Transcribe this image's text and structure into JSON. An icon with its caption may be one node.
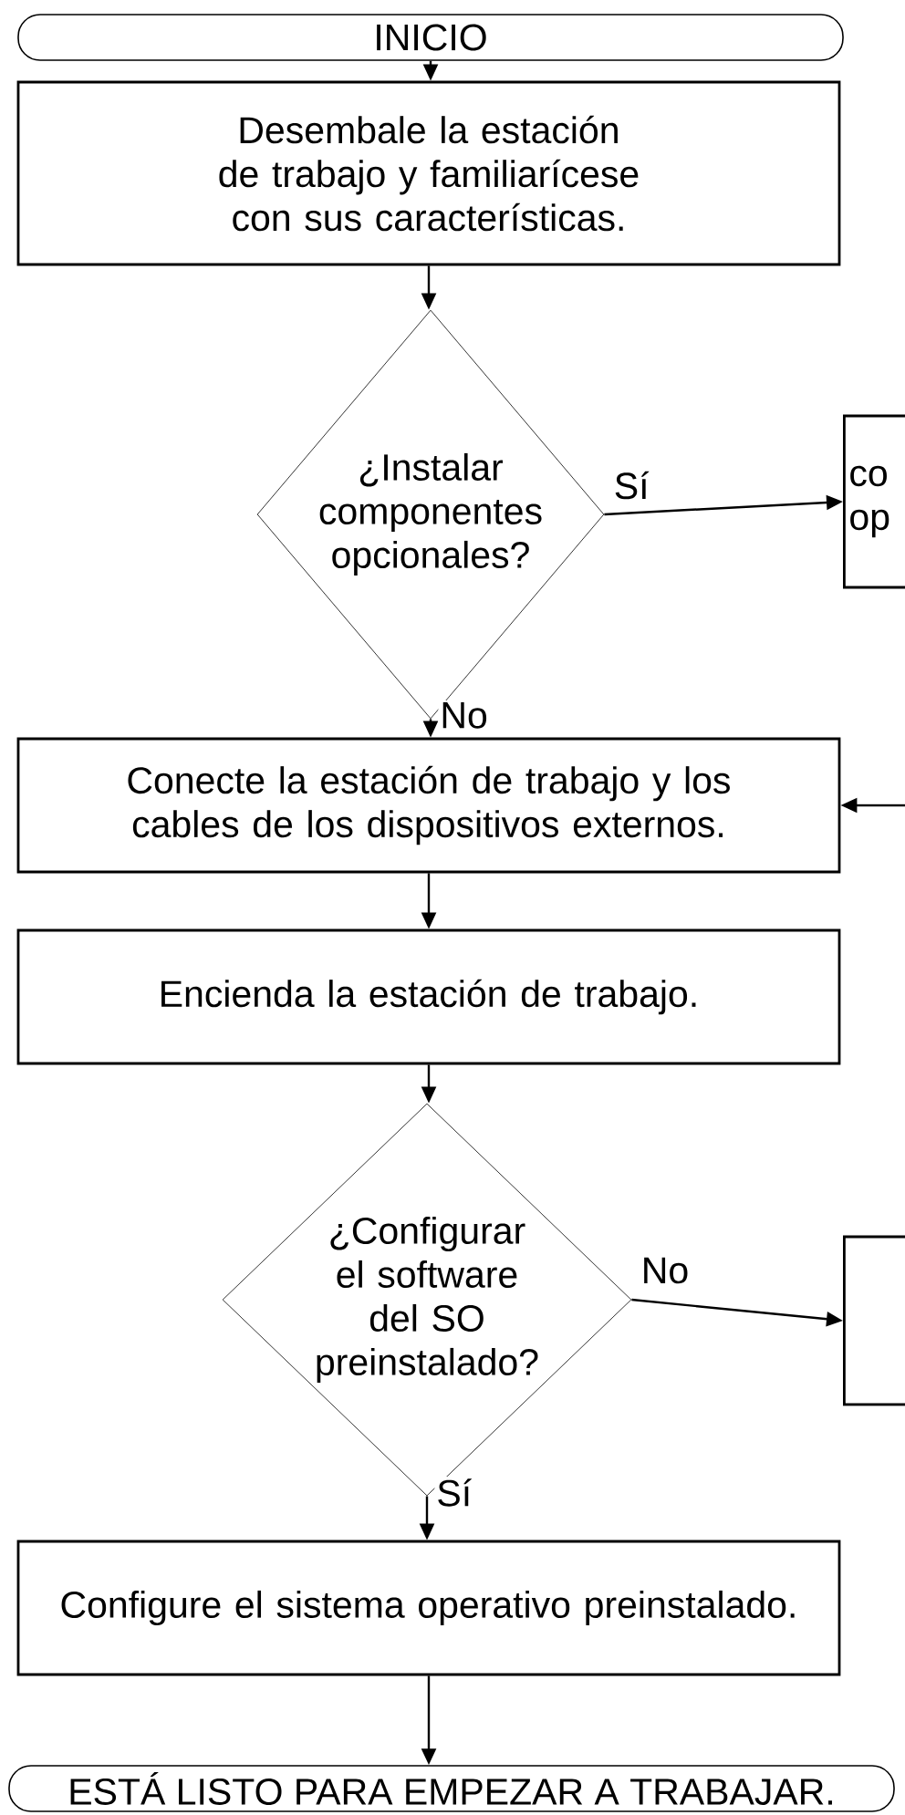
{
  "diagram": {
    "nodes": [
      {
        "text": [
          "INICIO"
        ]
      },
      {
        "text": [
          "Desembale la estación de trabajo y familiarícese con sus características."
        ]
      },
      {
        "text": [
          "¿Instalar componentes opcionales?"
        ]
      },
      {
        "text": [
          "co op"
        ]
      },
      {
        "text": [
          "Conecte la estación de trabajo y los cables de los dispositivos externos."
        ]
      },
      {
        "text": [
          "Encienda la estación de trabajo."
        ]
      },
      {
        "text": [
          "¿Configurar el software del SO preinstalado?"
        ]
      },
      {
        "text": [],
        "shape": "box"
      },
      {
        "text": [
          "Configure el sistema operativo preinstalado."
        ]
      },
      {
        "text": [
          "ESTÁ LISTO PARA EMPEZAR A TRABAJAR."
        ]
      }
    ],
    "edges": [
      {
        "from": 0,
        "to": 1,
        "arrow": "to"
      },
      {
        "from": 1,
        "to": 2,
        "arrow": "to"
      },
      {
        "from": 2,
        "to": 3,
        "arrow": "to",
        "label": "Sí"
      },
      {
        "from": 2,
        "to": 4,
        "arrow": "to",
        "label": "No"
      },
      {
        "from": null,
        "to": 4,
        "arrow": "to"
      },
      {
        "from": 4,
        "to": 5,
        "arrow": "to"
      },
      {
        "from": 5,
        "to": 6,
        "arrow": "to"
      },
      {
        "from": 6,
        "to": 7,
        "arrow": "to",
        "label": "No"
      },
      {
        "from": 6,
        "to": 8,
        "arrow": "to",
        "label": "Sí"
      },
      {
        "from": 8,
        "to": 9,
        "arrow": "to"
      }
    ]
  }
}
